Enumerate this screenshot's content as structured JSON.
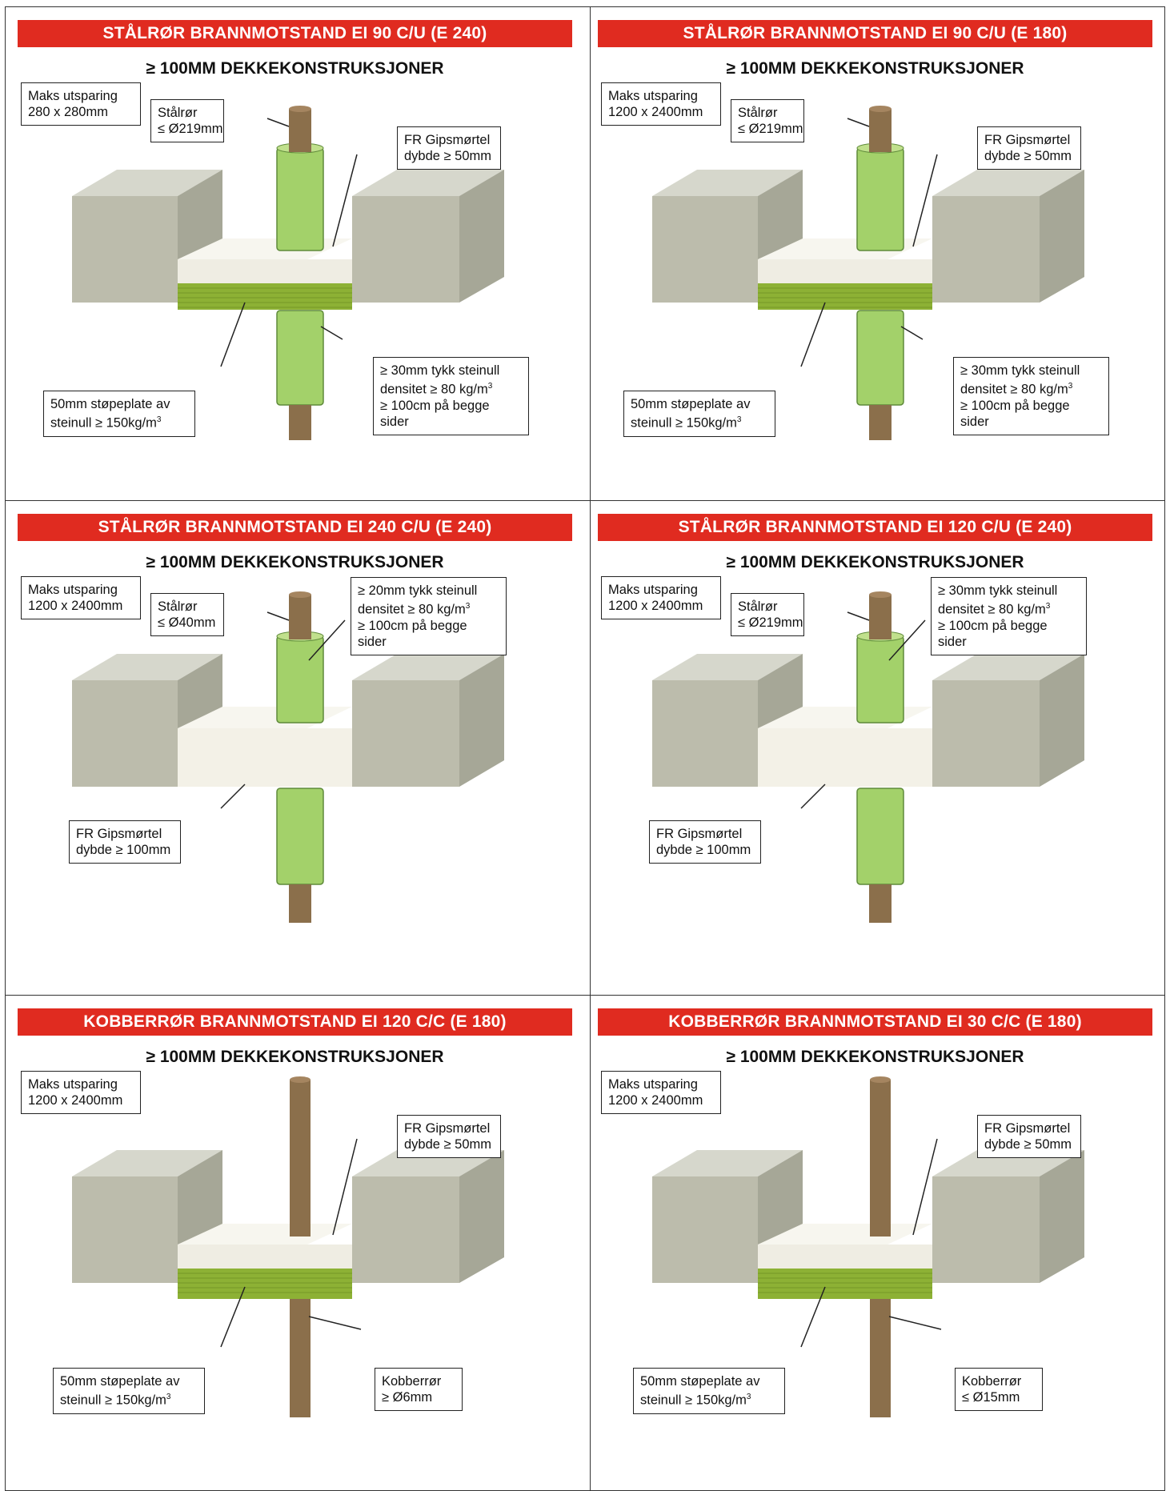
{
  "panels": [
    {
      "banner": "STÅLRØR BRANNMOTSTAND EI 90 C/U (E 240)",
      "subtitle": "≥ 100MM DEKKEKONSTRUKSJONER",
      "opening": {
        "line1": "Maks utsparing",
        "line2": "280 x 280mm"
      },
      "pipe": {
        "line1": "Stålrør",
        "line2": "≤ Ø219mm"
      },
      "mortar": {
        "line1": "FR Gipsmørtel",
        "line2": "dybde ≥ 50mm"
      },
      "board": {
        "line1": "50mm støpeplate av",
        "line2": "steinull ≥ 150kg/m",
        "sup": "3"
      },
      "insulation": {
        "line1": "≥ 30mm tykk steinull",
        "line2": "densitet ≥ 80 kg/m",
        "sup": "3",
        "line3": "≥ 100cm på begge",
        "line4": "sider"
      }
    },
    {
      "banner": "STÅLRØR BRANNMOTSTAND EI 90 C/U (E 180)",
      "subtitle": "≥ 100MM DEKKEKONSTRUKSJONER",
      "opening": {
        "line1": "Maks utsparing",
        "line2": "1200 x 2400mm"
      },
      "pipe": {
        "line1": "Stålrør",
        "line2": "≤ Ø219mm"
      },
      "mortar": {
        "line1": "FR Gipsmørtel",
        "line2": "dybde ≥ 50mm"
      },
      "board": {
        "line1": "50mm støpeplate av",
        "line2": "steinull ≥ 150kg/m",
        "sup": "3"
      },
      "insulation": {
        "line1": "≥ 30mm tykk steinull",
        "line2": "densitet ≥ 80 kg/m",
        "sup": "3",
        "line3": "≥ 100cm på begge",
        "line4": "sider"
      }
    },
    {
      "banner": "STÅLRØR BRANNMOTSTAND EI 240 C/U (E 240)",
      "subtitle": "≥ 100MM DEKKEKONSTRUKSJONER",
      "opening": {
        "line1": "Maks utsparing",
        "line2": "1200 x 2400mm"
      },
      "pipe": {
        "line1": "Stålrør",
        "line2": "≤ Ø40mm"
      },
      "insulation": {
        "line1": "≥ 20mm tykk steinull",
        "line2": "densitet ≥ 80 kg/m",
        "sup": "3",
        "line3": "≥ 100cm på begge",
        "line4": "sider"
      },
      "mortar": {
        "line1": "FR Gipsmørtel",
        "line2": "dybde ≥ 100mm"
      }
    },
    {
      "banner": "STÅLRØR BRANNMOTSTAND EI 120 C/U (E 240)",
      "subtitle": "≥ 100MM DEKKEKONSTRUKSJONER",
      "opening": {
        "line1": "Maks utsparing",
        "line2": "1200 x 2400mm"
      },
      "pipe": {
        "line1": "Stålrør",
        "line2": "≤ Ø219mm"
      },
      "insulation": {
        "line1": "≥ 30mm tykk steinull",
        "line2": "densitet ≥ 80 kg/m",
        "sup": "3",
        "line3": "≥ 100cm på begge",
        "line4": "sider"
      },
      "mortar": {
        "line1": "FR Gipsmørtel",
        "line2": "dybde ≥ 100mm"
      }
    },
    {
      "banner": "KOBBERRØR BRANNMOTSTAND EI 120 C/C (E 180)",
      "subtitle": "≥ 100MM DEKKEKONSTRUKSJONER",
      "opening": {
        "line1": "Maks utsparing",
        "line2": "1200 x 2400mm"
      },
      "mortar": {
        "line1": "FR Gipsmørtel",
        "line2": "dybde ≥ 50mm"
      },
      "board": {
        "line1": "50mm støpeplate av",
        "line2": "steinull ≥ 150kg/m",
        "sup": "3"
      },
      "pipe": {
        "line1": "Kobberrør",
        "line2": "≥ Ø6mm"
      }
    },
    {
      "banner": "KOBBERRØR BRANNMOTSTAND EI 30 C/C (E 180)",
      "subtitle": "≥ 100MM DEKKEKONSTRUKSJONER",
      "opening": {
        "line1": "Maks utsparing",
        "line2": "1200 x 2400mm"
      },
      "mortar": {
        "line1": "FR Gipsmørtel",
        "line2": "dybde ≥ 50mm"
      },
      "board": {
        "line1": "50mm støpeplate av",
        "line2": "steinull ≥ 150kg/m",
        "sup": "3"
      },
      "pipe": {
        "line1": "Kobberrør",
        "line2": "≤ Ø15mm"
      }
    }
  ],
  "colors": {
    "banner": "#e02b20",
    "concrete_front": "#bcbcac",
    "concrete_top": "#d6d7cc",
    "concrete_side": "#a6a797",
    "mortar": "#f1efe6",
    "stone_board": "#8db135",
    "insulation": "#a3d16a",
    "pipe": "#8b6f4b"
  }
}
